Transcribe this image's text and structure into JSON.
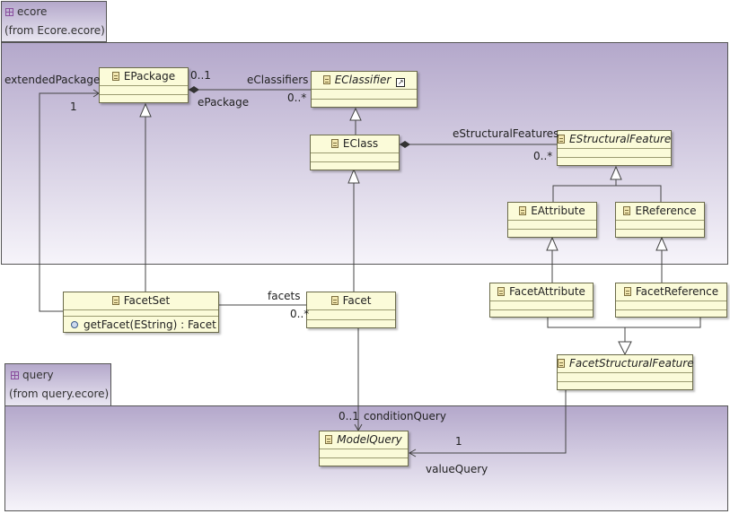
{
  "packages": {
    "ecore": {
      "name": "ecore",
      "from": "(from Ecore.ecore)"
    },
    "query": {
      "name": "query",
      "from": "(from query.ecore)"
    }
  },
  "classes": {
    "epackage": "EPackage",
    "eclassifier": "EClassifier",
    "eclass": "EClass",
    "estructuralfeature": "EStructuralFeature",
    "eattribute": "EAttribute",
    "ereference": "EReference",
    "facetset": "FacetSet",
    "facet": "Facet",
    "facetattribute": "FacetAttribute",
    "facetreference": "FacetReference",
    "facetstructuralfeature": "FacetStructuralFeature",
    "modelquery": "ModelQuery"
  },
  "operations": {
    "getfacet": "getFacet(EString) : Facet"
  },
  "labels": {
    "extended_package": "extendedPackage",
    "extended_package_mult": "1",
    "epackage_mult": "0..1",
    "epackage_role": "ePackage",
    "eclassifiers_role": "eClassifiers",
    "eclassifiers_mult": "0..*",
    "estructuralfeatures_role": "eStructuralFeatures",
    "estructuralfeatures_mult": "0..*",
    "facets_role": "facets",
    "facets_mult": "0..*",
    "condition_mult": "0..1",
    "condition_role": "conditionQuery",
    "value_mult": "1",
    "value_role": "valueQuery"
  }
}
